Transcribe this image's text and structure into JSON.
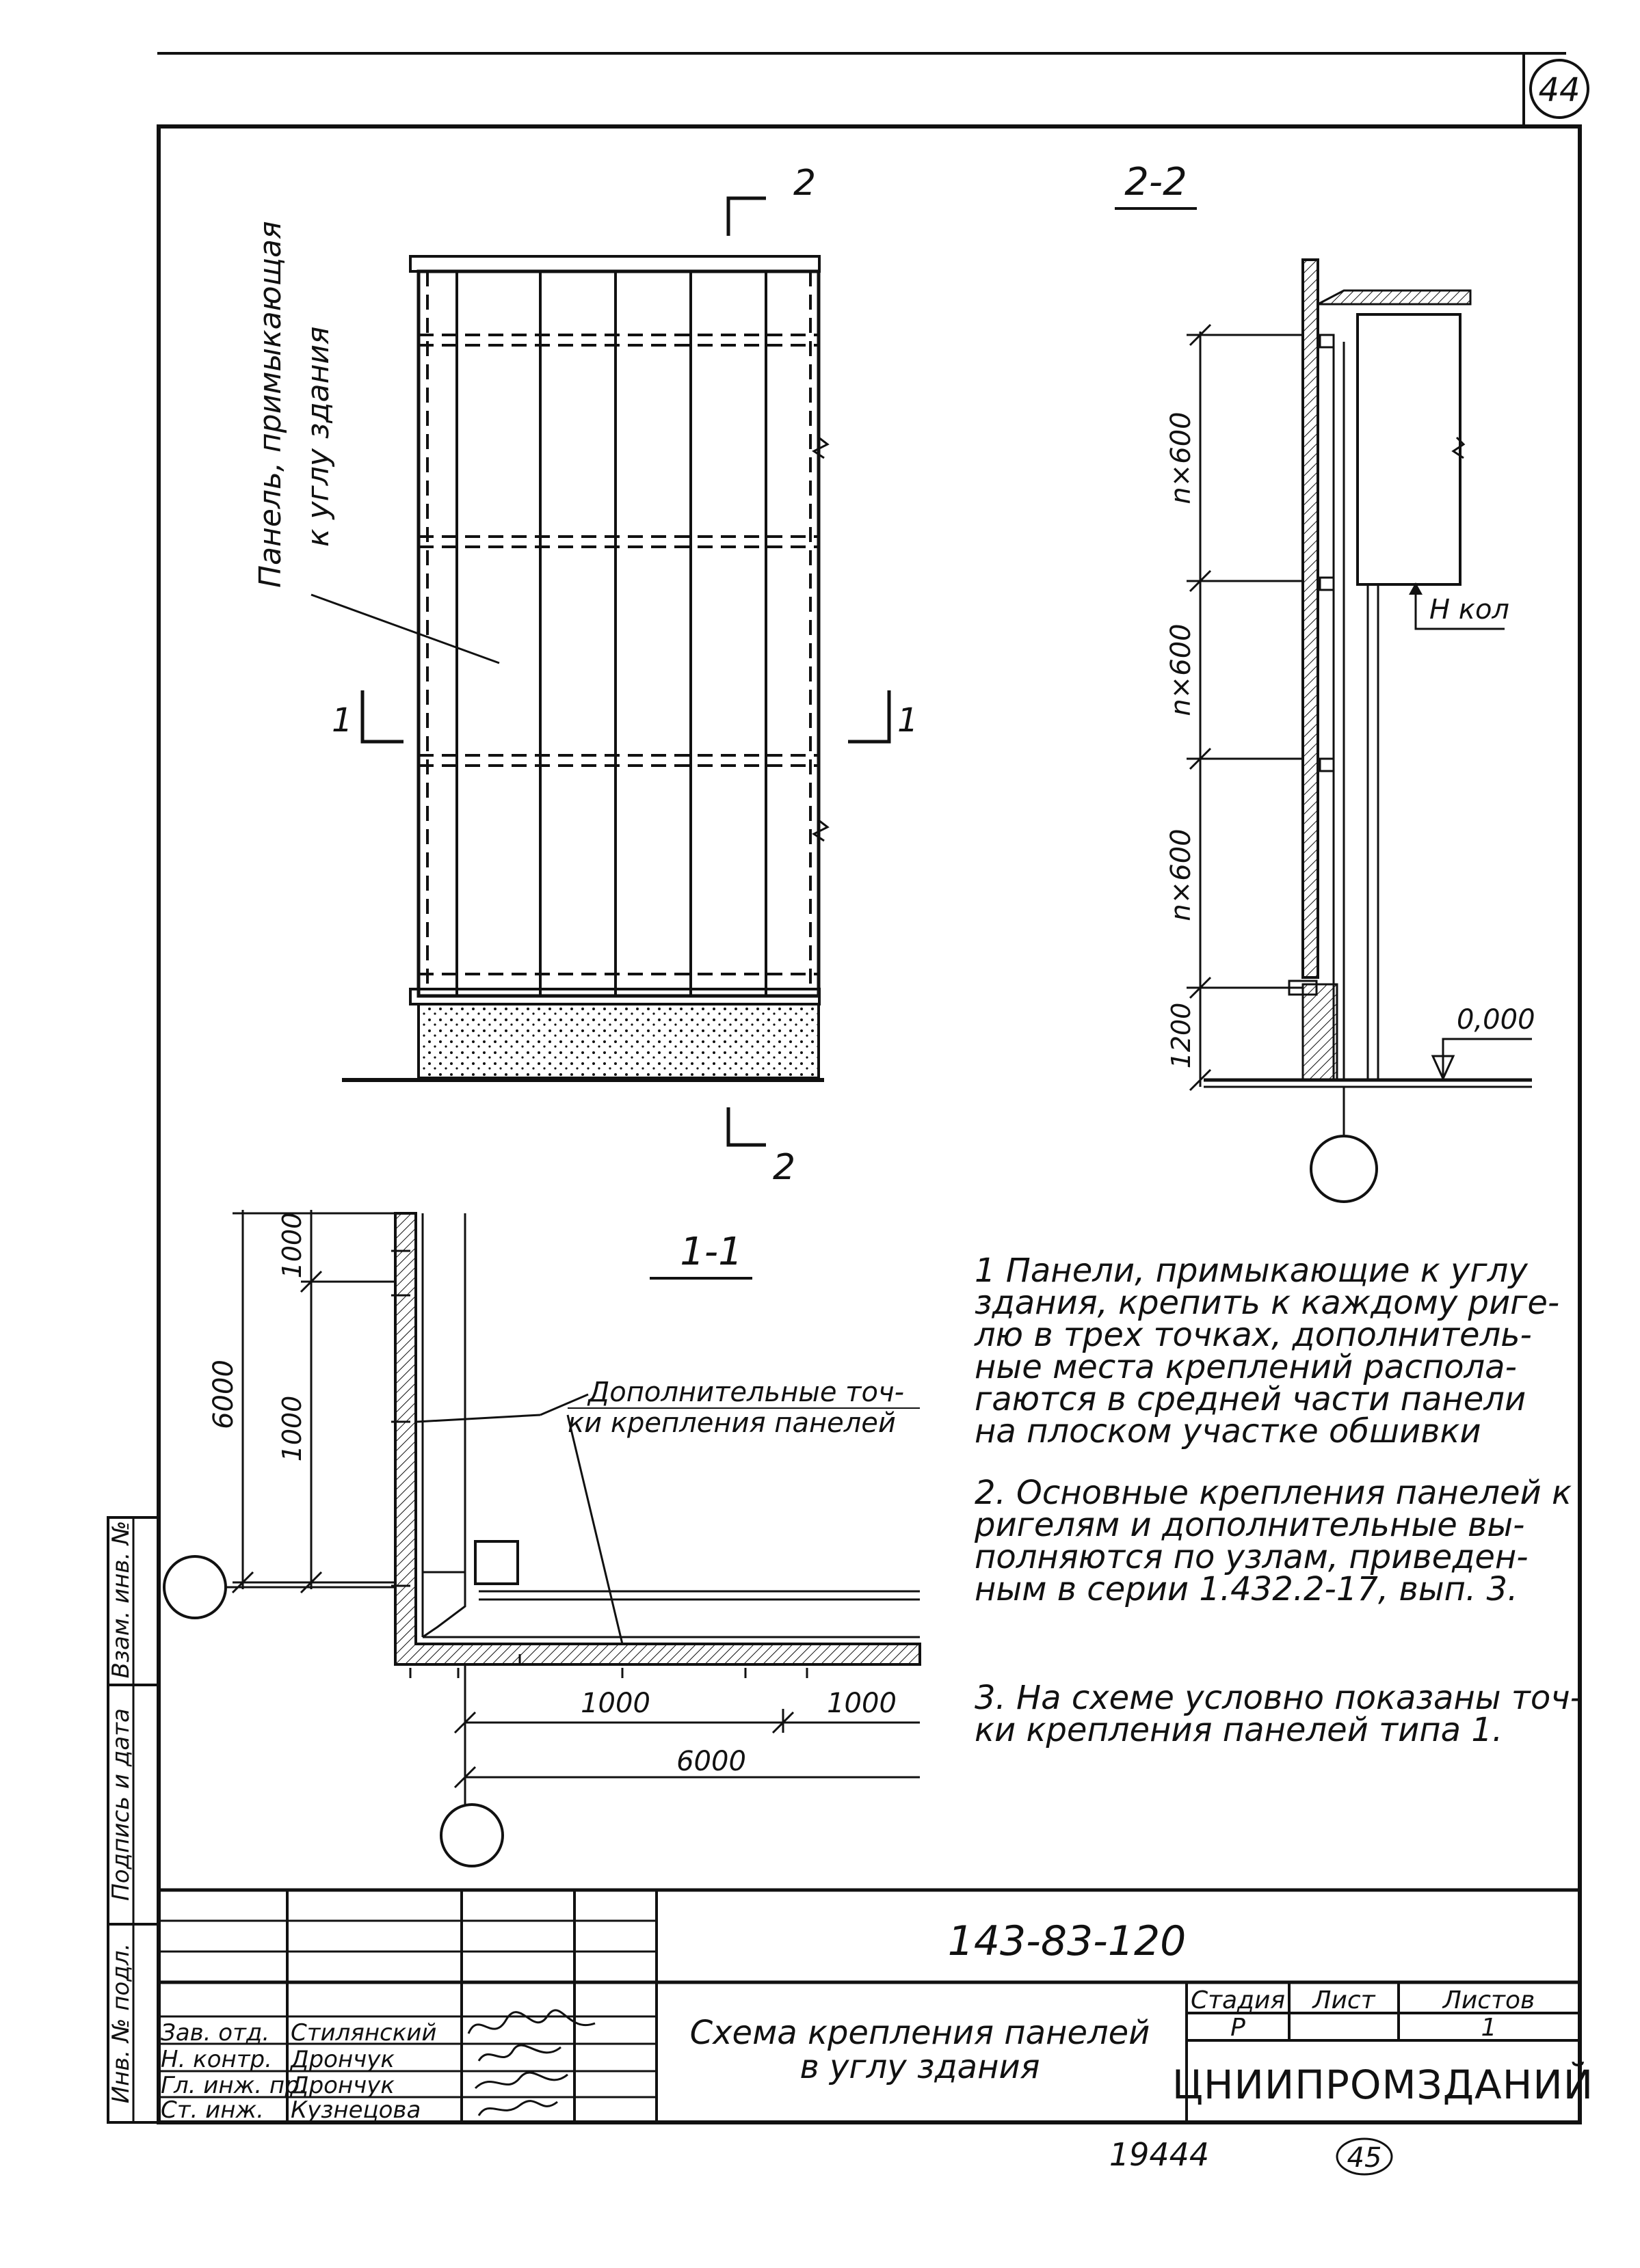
{
  "sheet": {
    "page_number": "44",
    "bottom_page_number": "45",
    "archive_number": "19444"
  },
  "elevation": {
    "panel_label_line1": "Панель, примыкающая",
    "panel_label_line2": "к углу здания",
    "section_mark_1_left": "1",
    "section_mark_1_right": "1",
    "section_mark_2_top": "2",
    "section_mark_2_bottom": "2"
  },
  "section_2_2": {
    "title": "2-2",
    "dim_1": "n×600",
    "dim_2": "n×600",
    "dim_3": "n×600",
    "dim_4": "1200",
    "level_label": "H кол",
    "zero_mark": "0,000"
  },
  "section_1_1": {
    "title": "1-1",
    "dim_v_top": "1000",
    "dim_v_mid": "1000",
    "dim_v_total": "6000",
    "dim_h_left": "1000",
    "dim_h_right": "1000",
    "dim_h_total": "6000",
    "callout_line1": "Дополнительные точ-",
    "callout_line2": "ки крепления панелей"
  },
  "notes": [
    [
      "1  Панели, примыкающие к углу",
      "здания, крепить к каждому риге-",
      "лю в трех точках, дополнитель-",
      "ные места креплений распола-",
      "гаются в средней части панели",
      "на плоском участке обшивки"
    ],
    [
      "2. Основные крепления панелей к",
      "ригелям и дополнительные вы-",
      "полняются  по узлам, приведен-",
      "ным в серии  1.432.2-17, вып. 3."
    ],
    [
      "3.  На схеме условно показаны точ-",
      "ки крепления панелей типа  1."
    ]
  ],
  "side_stamps": {
    "inv_orig": "Инв. № подл.",
    "sign_date": "Подпись и дата",
    "replace_inv": "Взам. инв. №"
  },
  "title_block": {
    "doc_code": "143-83-120",
    "title_line1": "Схема крепления панелей",
    "title_line2": "в углу здания",
    "stage_header": "Стадия",
    "sheet_header": "Лист",
    "sheets_header": "Листов",
    "stage_value": "Р",
    "sheets_value": "1",
    "organization": "ЦНИИПРОМЗДАНИЙ",
    "signatures": [
      {
        "role": "Зав. отд.",
        "name": "Стилянский"
      },
      {
        "role": "Н. контр.",
        "name": "Дрончук"
      },
      {
        "role": "Гл. инж. пр.",
        "name": "Дрончук"
      },
      {
        "role": "Ст. инж.",
        "name": "Кузнецова"
      }
    ]
  }
}
